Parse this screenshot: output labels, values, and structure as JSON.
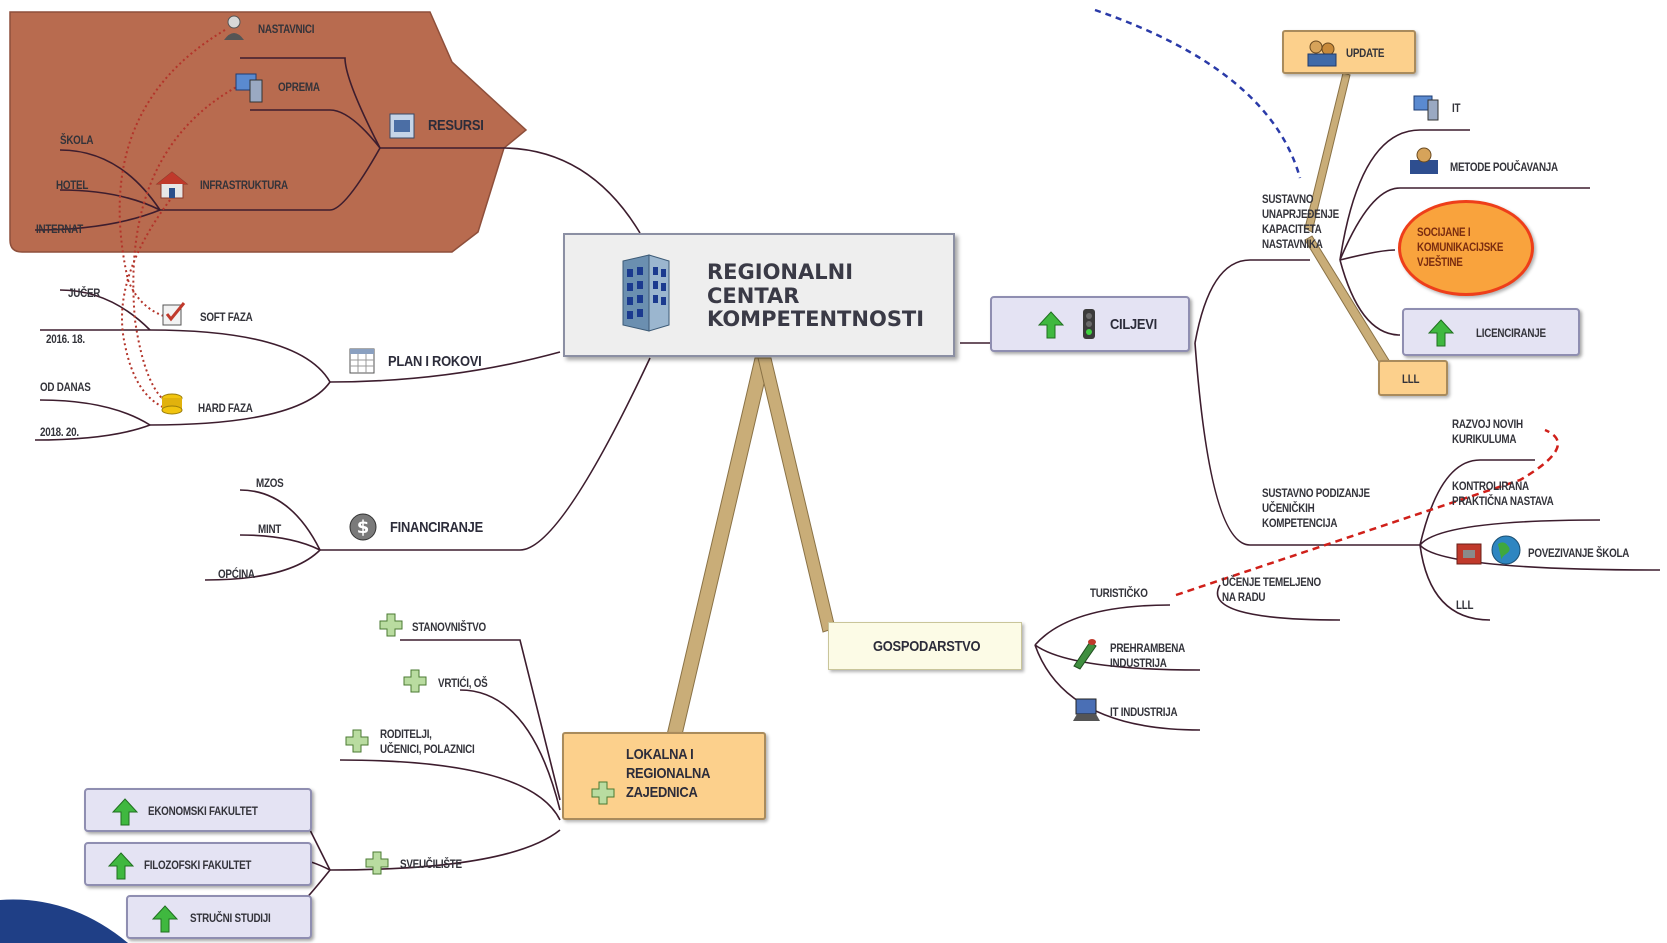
{
  "center": {
    "title": "REGIONALNI\nCENTAR\nKOMPETENTNOSTI",
    "icon": "building-icon"
  },
  "resursi": {
    "label": "RESURSI",
    "items": [
      "NASTAVNICI",
      "OPREMA",
      "INFRASTRUKTURA"
    ],
    "infra_items": [
      "ŠKOLA",
      "HOTEL",
      "INTERNAT"
    ]
  },
  "plan": {
    "label": "PLAN I ROKOVI",
    "soft": {
      "label": "SOFT FAZA",
      "dates": [
        "JUČER",
        "2016. 18."
      ]
    },
    "hard": {
      "label": "HARD FAZA",
      "dates": [
        "OD DANAS",
        "2018. 20."
      ]
    }
  },
  "financiranje": {
    "label": "FINANCIRANJE",
    "items": [
      "MZOS",
      "MINT",
      "OPĆINA"
    ]
  },
  "zajednica": {
    "label": "LOKALNA I\nREGIONALNA\nZAJEDNICA",
    "items": [
      "STANOVNIŠTVO",
      "VRTIĆI, OŠ",
      "RODITELJI,\nUČENICI, POLAZNICI",
      "SVEUČILIŠTE"
    ],
    "sveuciliste_items": [
      "EKONOMSKI FAKULTET",
      "FILOZOFSKI FAKULTET",
      "STRUČNI STUDIJI"
    ]
  },
  "gospodarstvo": {
    "label": "GOSPODARSTVO",
    "items": [
      "TURISTIČKO",
      "PREHRAMBENA\nINDUSTRIJA",
      "IT INDUSTRIJA"
    ]
  },
  "ciljevi": {
    "label": "CILJEVI",
    "nastavnici": {
      "label": "SUSTAVNO\nUNAPRJEĐENJE\nKAPACITETA\nNASTAVNIKA",
      "items": [
        "UPDATE",
        "IT",
        "METODE POUČAVANJA",
        "SOCIJANE I\nKOMUNIKACIJSKE\nVJEŠTINE",
        "LICENCIRANJE",
        "LLL"
      ]
    },
    "ucenici": {
      "label": "SUSTAVNO PODIZANJE\nUČENIČKIH\nKOMPETENCIJA",
      "items": [
        "RAZVOJ NOVIH\nKURIKULUMA",
        "KONTROLIRANA\nPRAKTIČNA NASTAVA",
        "POVEZIVANJE ŠKOLA",
        "LLL",
        "UČENJE TEMELJENO\nNA RADU"
      ]
    }
  },
  "colors": {
    "branch_line": "#3d1d2e",
    "resursi_bg": "#b86b4f",
    "title_bg": "#eeeeee",
    "lavender": "#e4e3f3",
    "orange": "#fcd08c",
    "ellipse": "#f9a33d",
    "dashed_blue": "#2a3aa8",
    "dashed_red": "#d0201a",
    "dotted_red": "#b3342a",
    "corner_blue": "#1f3f86"
  }
}
